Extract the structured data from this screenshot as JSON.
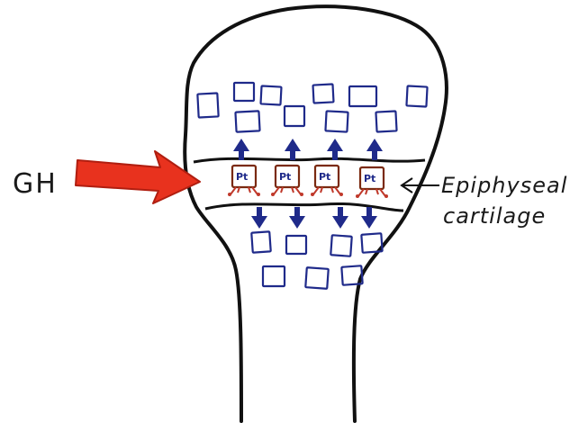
{
  "labels": {
    "hormone": "GH",
    "structure_line1": "Epiphyseal",
    "structure_line2": "cartilage"
  },
  "cell_text": "Pt",
  "colors": {
    "outline": "#111111",
    "cell_outline": "#1f2a8a",
    "arrow_blue": "#1f2a8a",
    "gh_arrow": "#e8321e",
    "gh_arrow_edge": "#b01e10",
    "dividing_cell": "#7a2a10",
    "dividing_cell_accent": "#c0392b",
    "background": "#ffffff"
  },
  "icons": {
    "hormone_arrow": "right-arrow-icon",
    "pointer_arrow": "left-arrow-icon",
    "growth_arrow_up": "up-arrow-icon",
    "growth_arrow_down": "down-arrow-icon"
  }
}
